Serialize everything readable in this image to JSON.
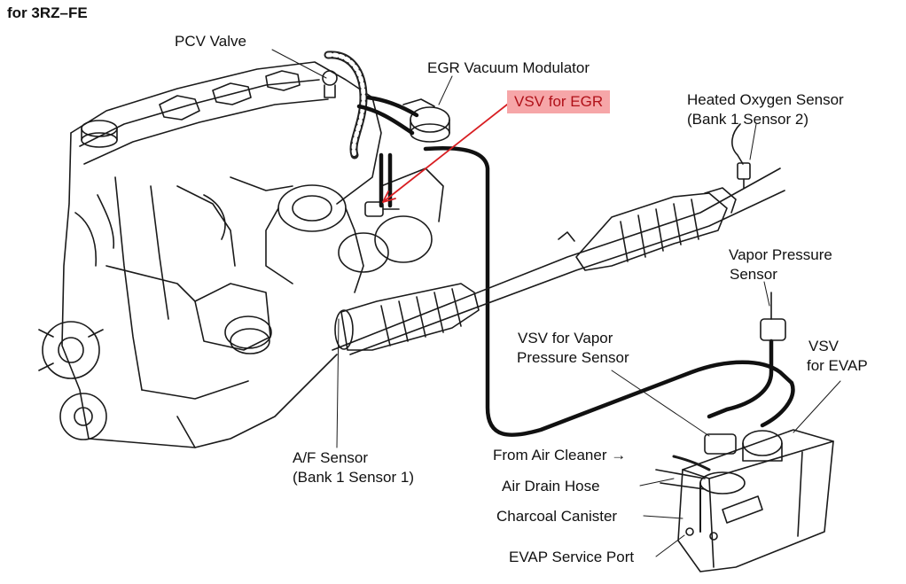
{
  "diagram": {
    "title": "for 3RZ–FE",
    "highlight_color": "#f6a6a8",
    "leader_highlight_color": "#d81e22",
    "labels": {
      "pcv_valve": "PCV Valve",
      "egr_vacuum_modulator": "EGR Vacuum Modulator",
      "vsv_for_egr": "VSV for EGR",
      "heated_oxygen_sensor_line1": "Heated Oxygen Sensor",
      "heated_oxygen_sensor_line2": "(Bank 1 Sensor 2)",
      "vapor_pressure_sensor_line1": "Vapor Pressure",
      "vapor_pressure_sensor_line2": "Sensor",
      "vsv_for_evap_line1": "VSV",
      "vsv_for_evap_line2": "for EVAP",
      "vsv_for_vapor_pressure_sensor_line1": "VSV for Vapor",
      "vsv_for_vapor_pressure_sensor_line2": "Pressure Sensor",
      "af_sensor_line1": "A/F Sensor",
      "af_sensor_line2": "(Bank 1 Sensor 1)",
      "from_air_cleaner": "From Air Cleaner →",
      "air_drain_hose": "Air Drain Hose",
      "charcoal_canister": "Charcoal Canister",
      "evap_service_port": "EVAP Service Port"
    }
  }
}
